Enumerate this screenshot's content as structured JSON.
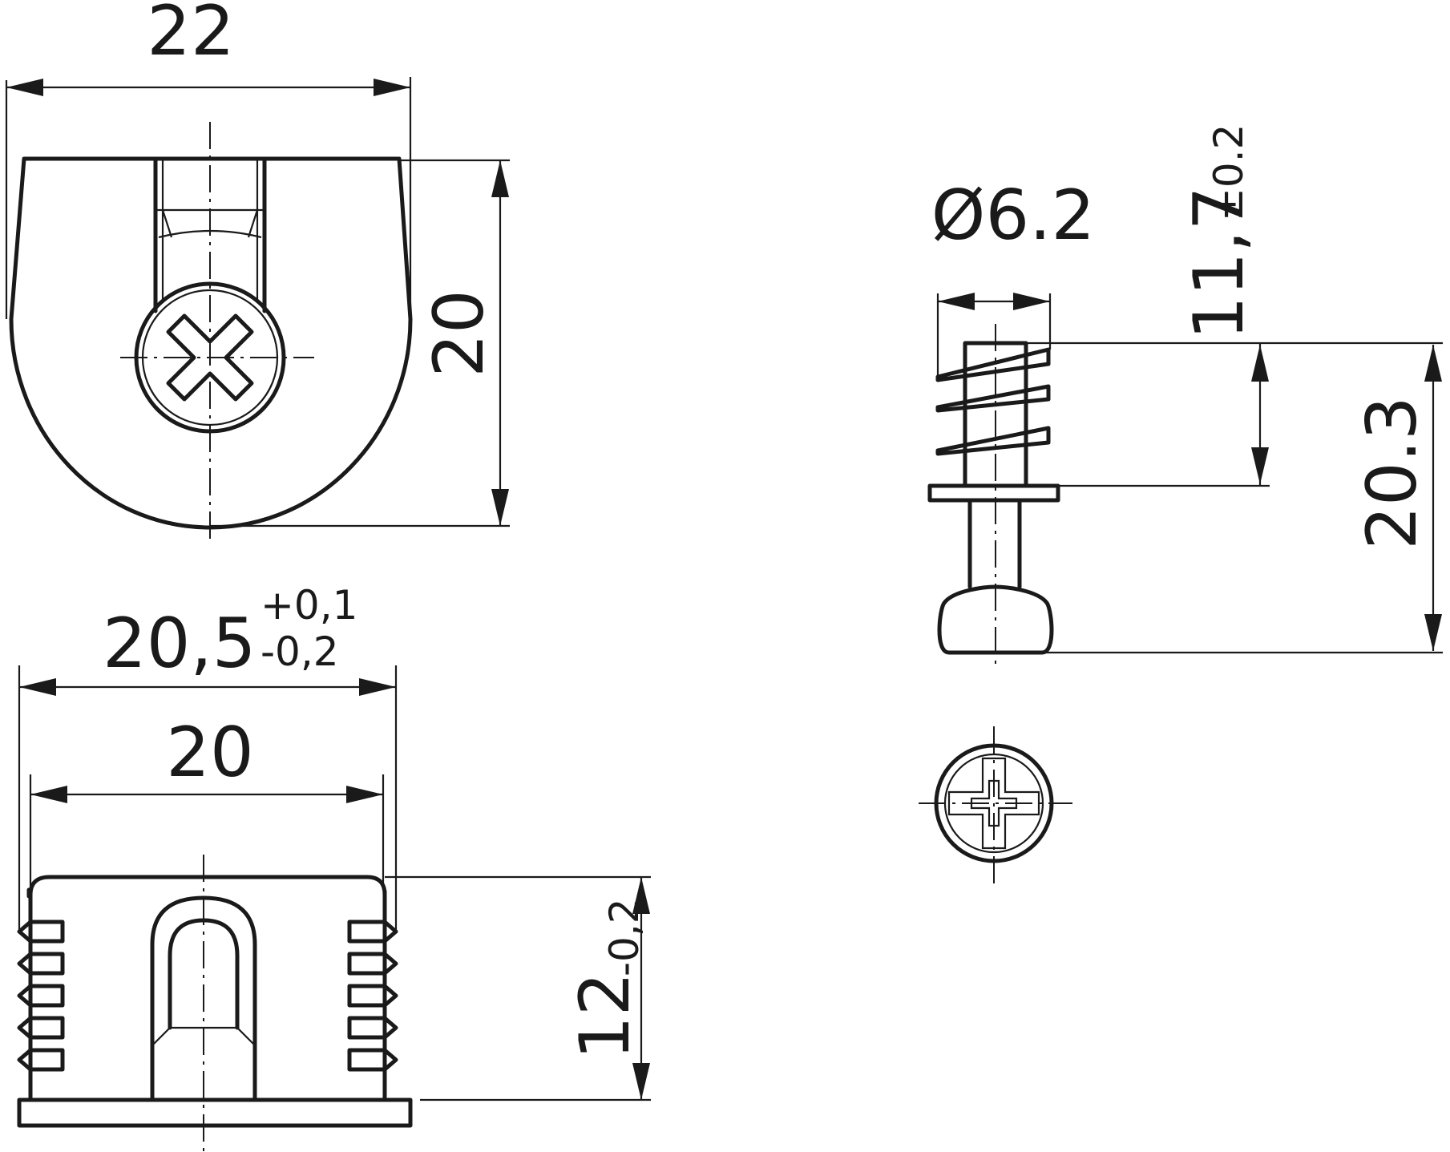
{
  "dimensions": {
    "cap_width": "22",
    "cap_height": "20",
    "sleeve_outer_width_nominal": "20,5",
    "sleeve_outer_width_tol_upper": "+0,1",
    "sleeve_outer_width_tol_lower": "-0,2",
    "sleeve_width": "20",
    "sleeve_height_nominal": "12",
    "sleeve_height_tol": "-0,2",
    "screw_diameter": "Ø6.2",
    "screw_thread_length_nominal": "11,7",
    "screw_thread_length_tol": "±0.2",
    "screw_total_length": "20.3"
  },
  "colors": {
    "line": "#1a1a1a",
    "background": "#ffffff"
  }
}
